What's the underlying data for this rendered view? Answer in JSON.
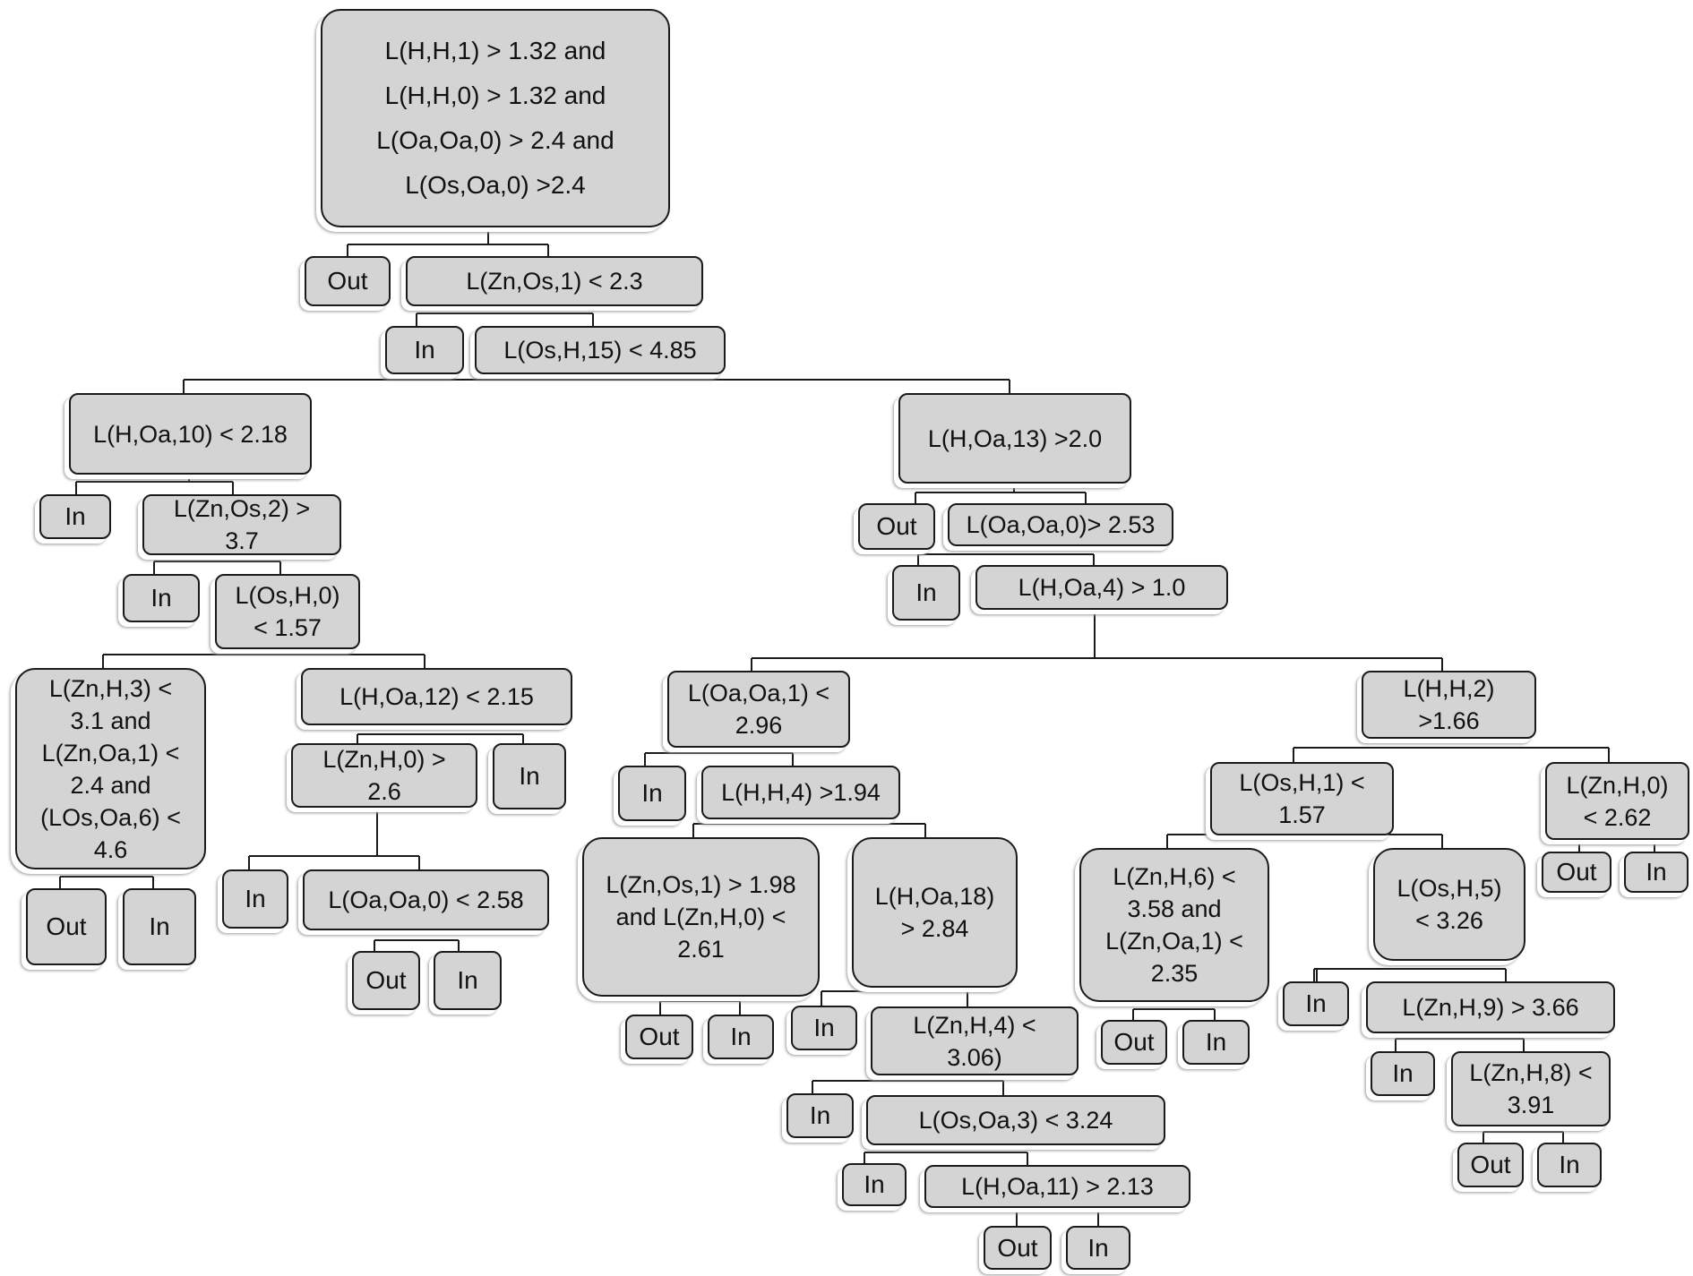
{
  "nodes": {
    "n_root": "L(H,H,1) > 1.32 and\nL(H,H,0) > 1.32 and\nL(Oa,Oa,0) > 2.4 and\nL(Os,Oa,0) >2.4",
    "n_out1": "Out",
    "n_zos1": "L(Zn,Os,1) < 2.3",
    "n_in1": "In",
    "n_osh15": "L(Os,H,15) < 4.85",
    "n_hoa10": "L(H,Oa,10) < 2.18",
    "n_in2": "In",
    "n_zos2": "L(Zn,Os,2) >\n3.7",
    "n_in3": "In",
    "n_osh0": "L(Os,H,0)\n< 1.57",
    "n_zh3": "L(Zn,H,3) <\n3.1 and\nL(Zn,Oa,1) <\n2.4  and\n(LOs,Oa,6) <\n4.6",
    "n_out_a": "Out",
    "n_in_a": "In",
    "n_hoa12": "L(H,Oa,12) < 2.15",
    "n_zh0a": "L(Zn,H,0) >\n2.6",
    "n_in_b": "In",
    "n_in_c": "In",
    "n_oao0a": "L(Oa,Oa,0) < 2.58",
    "n_out_b": "Out",
    "n_in_d": "In",
    "n_hoa13": "L(H,Oa,13) >2.0",
    "n_out2": "Out",
    "n_oao0b": "L(Oa,Oa,0)> 2.53",
    "n_in4": "In",
    "n_hoa4": "L(H,Oa,4) > 1.0",
    "n_oao1": "L(Oa,Oa,1) <\n2.96",
    "n_in5": "In",
    "n_hh4": "L(H,H,4) >1.94",
    "n_zos1b": "L(Zn,Os,1) > 1.98\nand L(Zn,H,0) <\n2.61",
    "n_hoa18": "L(H,Oa,18)\n> 2.84",
    "n_out3": "Out",
    "n_in6": "In",
    "n_in7": "In",
    "n_zh4": "L(Zn,H,4) <\n3.06)",
    "n_in8": "In",
    "n_osoa3": "L(Os,Oa,3) < 3.24",
    "n_in9": "In",
    "n_hoa11": "L(H,Oa,11) > 2.13",
    "n_out4": "Out",
    "n_in10": "In",
    "n_hh2": "L(H,H,2)\n>1.66",
    "n_osh1": "L(Os,H,1)  <\n1.57",
    "n_zh0b": "L(Zn,H,0)\n< 2.62",
    "n_out5": "Out",
    "n_in11": "In",
    "n_zh6": "L(Zn,H,6) <\n3.58 and\nL(Zn,Oa,1) <\n2.35",
    "n_osh5": "L(Os,H,5)\n< 3.26",
    "n_out6": "Out",
    "n_in12": "In",
    "n_in13": "In",
    "n_zh9": "L(Zn,H,9) > 3.66",
    "n_in14": "In",
    "n_zh8": "L(Zn,H,8) <\n3.91",
    "n_out7": "Out",
    "n_in15": "In"
  }
}
